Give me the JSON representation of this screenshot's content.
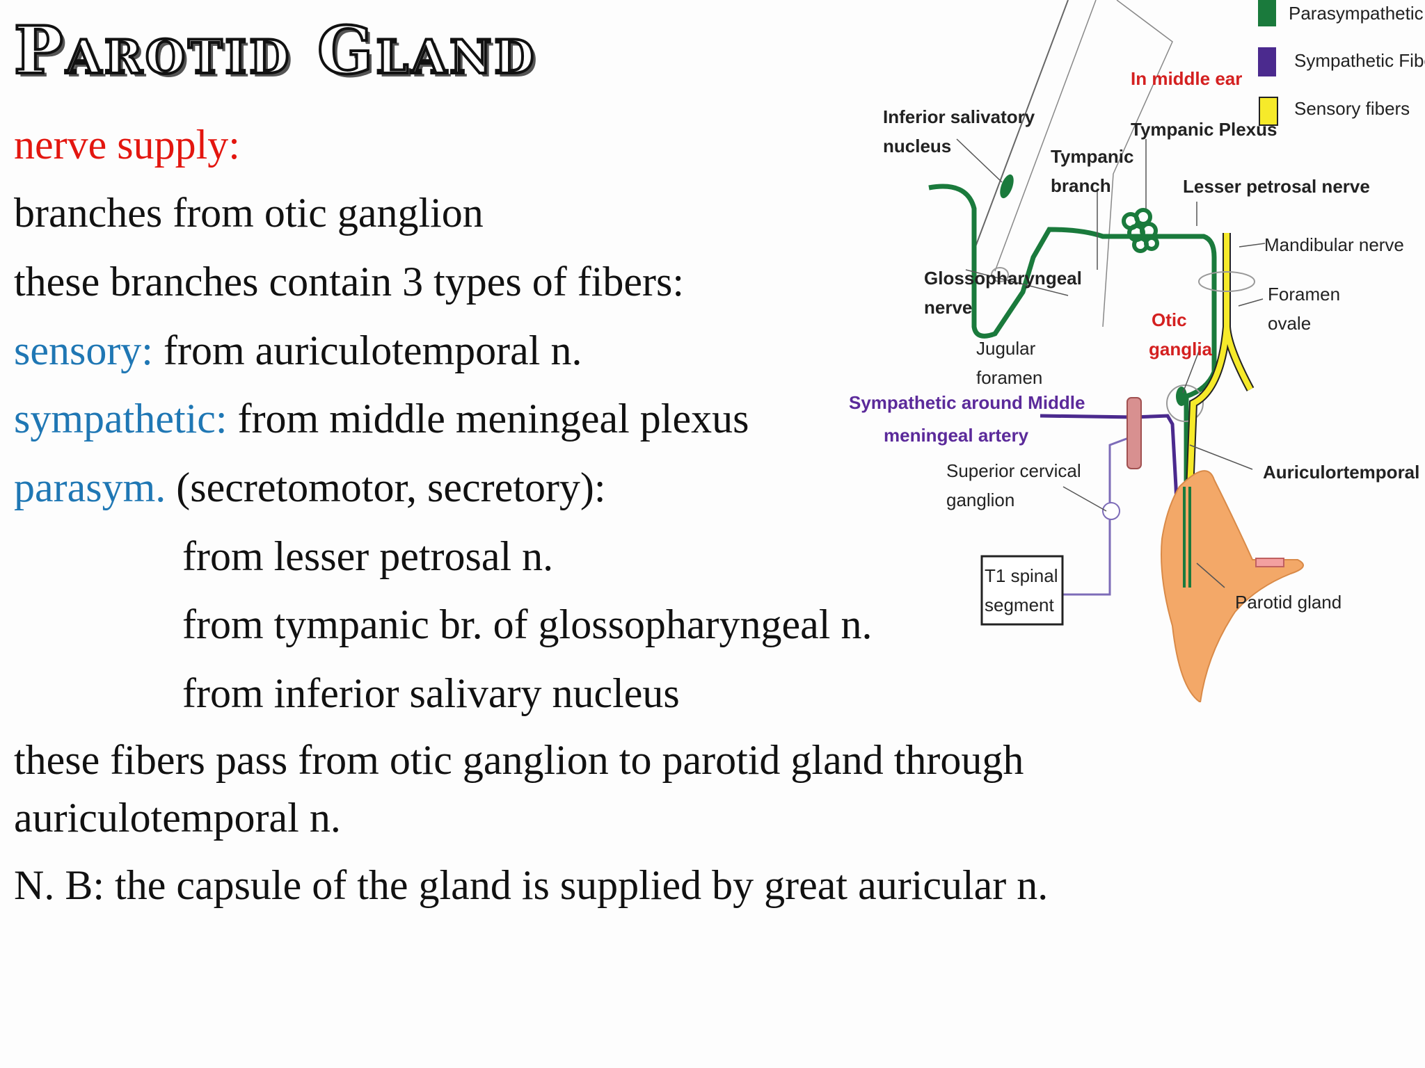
{
  "title": "Parotid Gland",
  "lines": {
    "nerve_supply": "nerve supply:",
    "branches": "branches from otic ganglion",
    "types": "these branches contain 3 types of fibers:",
    "sensory_label": "sensory:",
    "sensory_text": " from auriculotemporal n.",
    "sympathetic_label": "sympathetic:",
    "sympathetic_text": " from middle meningeal plexus",
    "parasym_label": "parasym.",
    "parasym_text": " (secretomotor, secretory):",
    "from_lesser": "from lesser petrosal n.",
    "from_tympanic": "from tympanic br. of glossopharyngeal n.",
    "from_inferior": "from inferior salivary nucleus",
    "pass_text": "these fibers pass from otic ganglion to parotid gland through auriculotemporal n.",
    "nb_text": "N. B: the capsule of the gland is supplied by great auricular n."
  },
  "diagram": {
    "legend": [
      {
        "label": "Parasympathetic fibers",
        "color": "#1a7a3c"
      },
      {
        "label": "Sympathetic Fibers",
        "color": "#4b2a8e"
      },
      {
        "label": "Sensory fibers",
        "color": "#f2e21a"
      }
    ],
    "labels": {
      "in_middle_ear": "In middle ear",
      "inferior_salivatory_1": "Inferior salivatory",
      "inferior_salivatory_2": "nucleus",
      "tympanic_branch_1": "Tympanic",
      "tympanic_branch_2": "branch",
      "tympanic_plexus": "Tympanic Plexus",
      "lesser_petrosal": "Lesser petrosal nerve",
      "mandibular": "Mandibular nerve",
      "glossopharyngeal_1": "Glossopharyngeal",
      "glossopharyngeal_2": "nerve",
      "foramen_ovale_1": "Foramen",
      "foramen_ovale_2": "ovale",
      "otic_1": "Otic",
      "otic_2": "ganglia",
      "jugular_1": "Jugular",
      "jugular_2": "foramen",
      "sympathetic_mma_1": "Sympathetic around Middle",
      "sympathetic_mma_2": "meningeal artery",
      "superior_cervical_1": "Superior cervical",
      "superior_cervical_2": "ganglion",
      "auriculotemporal": "Auriculortemporal nerve",
      "t1_1": "T1 spinal",
      "t1_2": "segment",
      "parotid_gland": "Parotid gland"
    }
  }
}
